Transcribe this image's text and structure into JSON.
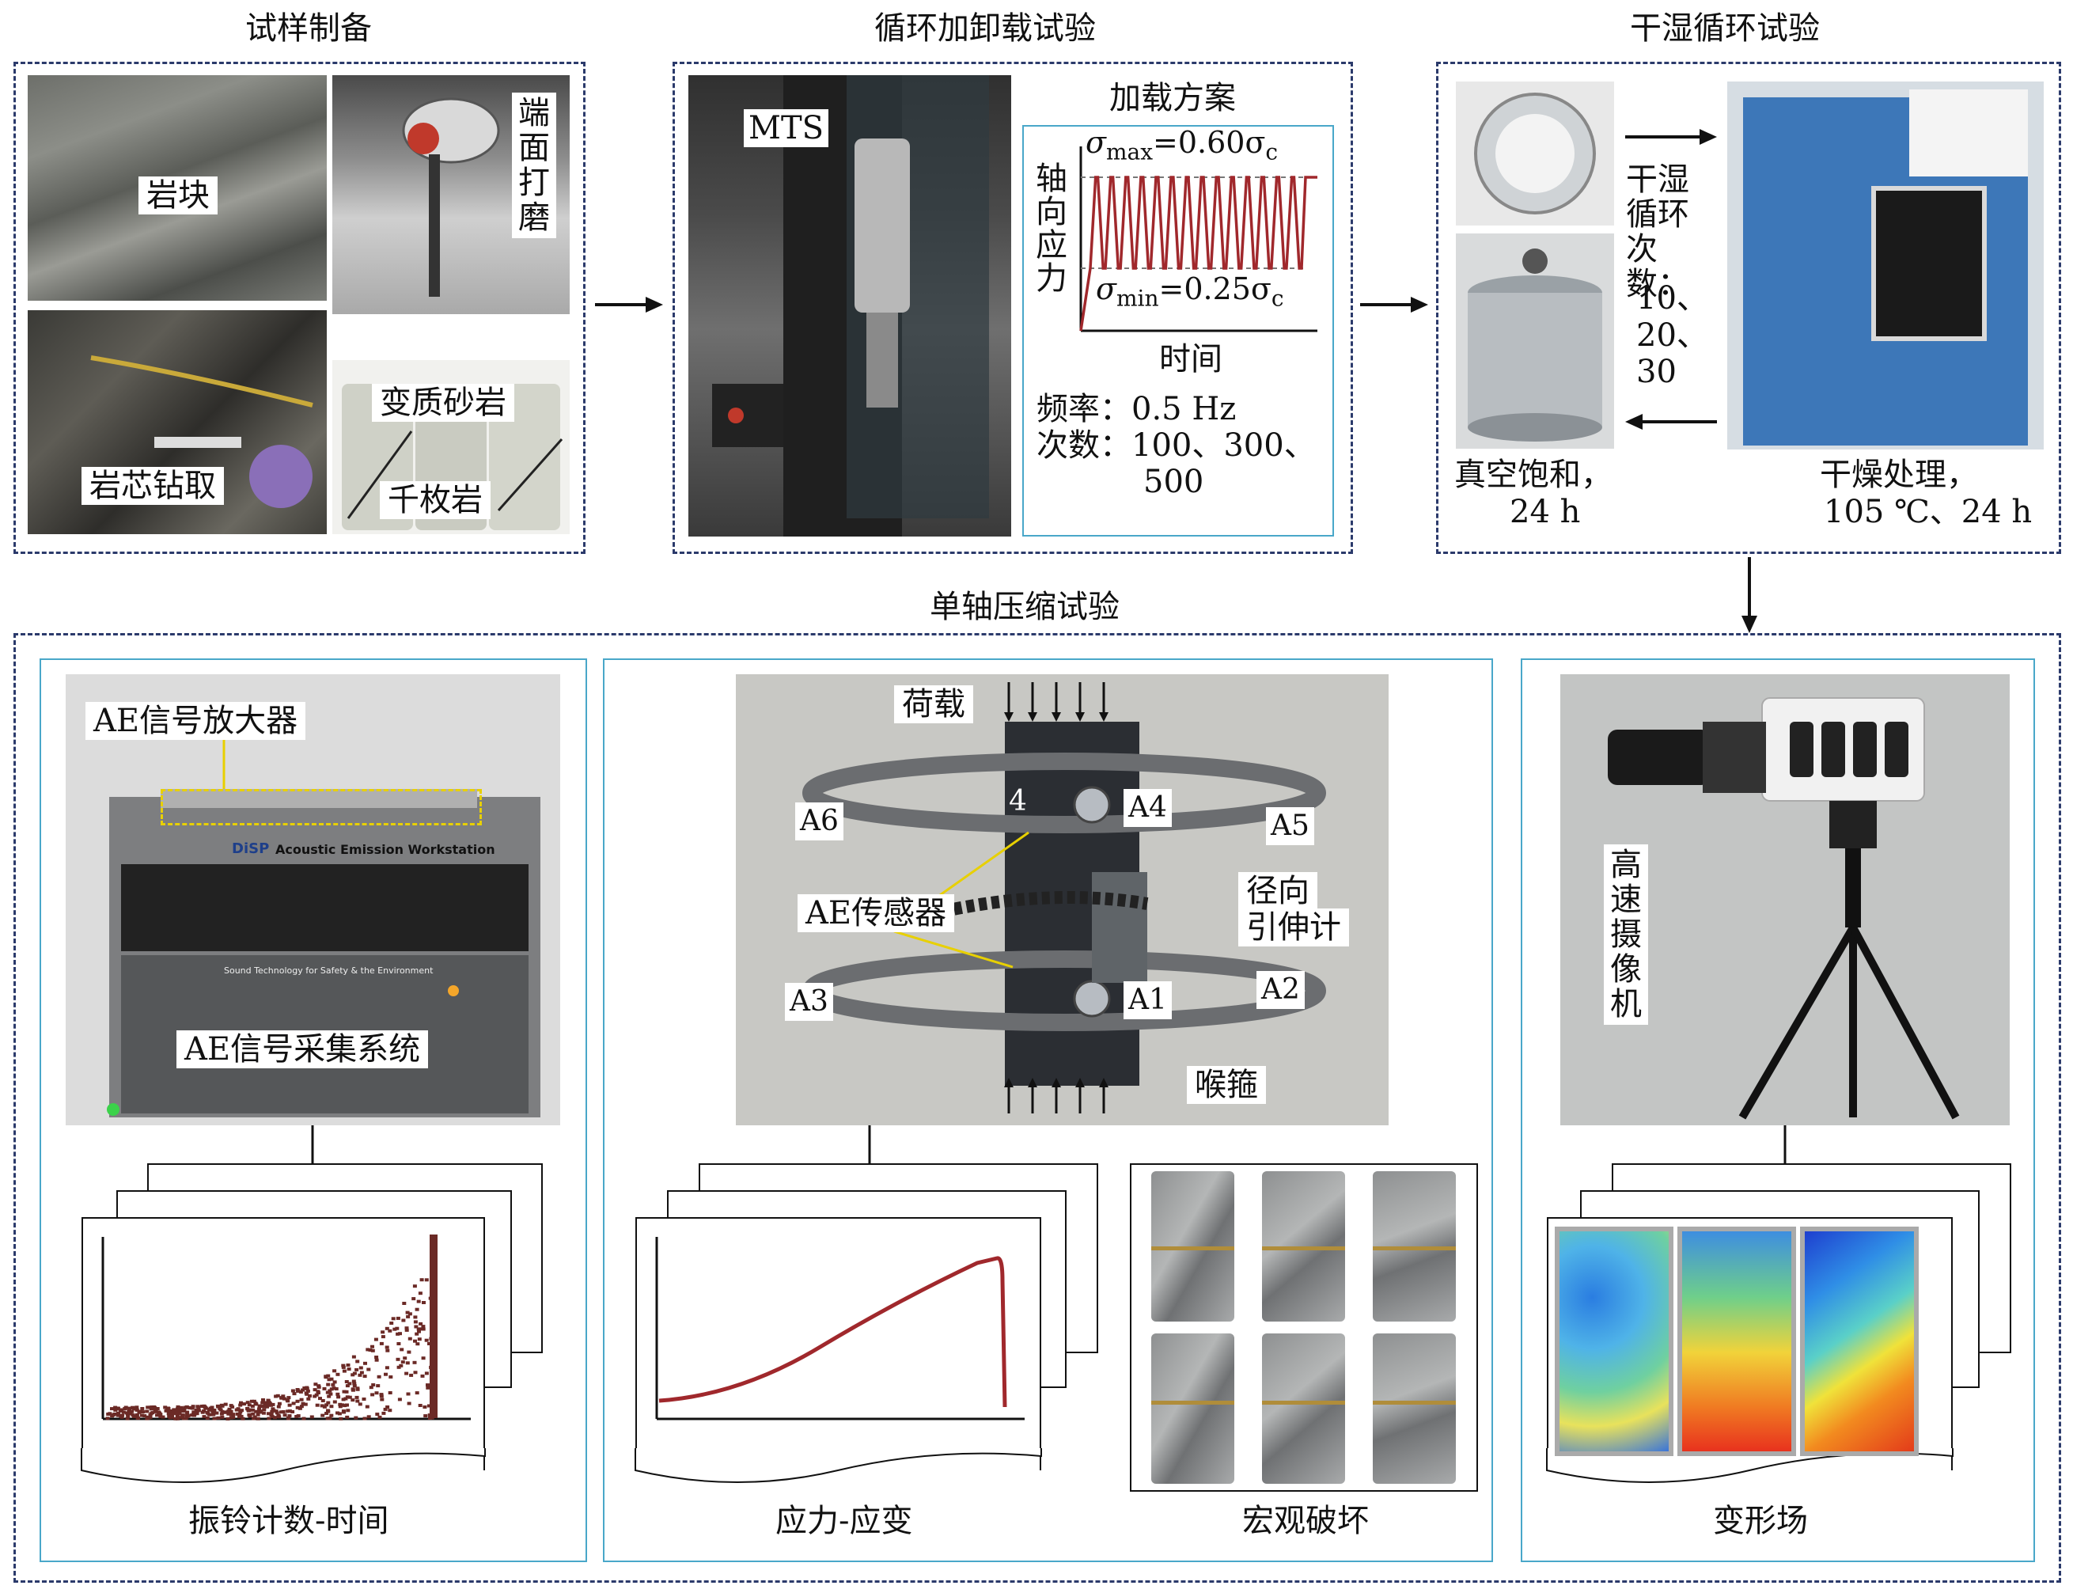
{
  "sections": {
    "sample_prep": {
      "title": "试样制备",
      "labels": {
        "rock_block": "岩块",
        "grinding": "端面打磨",
        "coring": "岩芯钻取",
        "metasandstone": "变质砂岩",
        "phyllite": "千枚岩"
      }
    },
    "cyclic_loading": {
      "title": "循环加卸载试验",
      "mts_label": "MTS",
      "scheme": {
        "title": "加载方案",
        "y_axis_label": "轴向应力",
        "x_axis_label": "时间",
        "sigma_max_sym": "σ",
        "sigma_max_sub": "max",
        "sigma_max_rhs": "=0.60σ",
        "sigma_max_rhs_sub": "c",
        "sigma_min_sym": "σ",
        "sigma_min_sub": "min",
        "sigma_min_rhs": "=0.25σ",
        "sigma_min_rhs_sub": "c",
        "frequency_line": "频率：0.5 Hz",
        "count_line1": "次数：100、300、",
        "count_line2": "500"
      }
    },
    "wet_dry": {
      "title": "干湿循环试验",
      "cycle_label": "干湿循环次数：",
      "cycle_values": [
        "10、",
        "20、",
        "30"
      ],
      "vacuum_line1": "真空饱和，",
      "vacuum_line2": "24 h",
      "dry_line1": "干燥处理，",
      "dry_line2": "105 ℃、24 h"
    },
    "uniaxial": {
      "title": "单轴压缩试验",
      "ae": {
        "amplifier_label": "AE信号放大器",
        "acq_label": "AE信号采集系统",
        "device_brand": "DiSP",
        "device_text": "Acoustic Emission Workstation",
        "device_slogan": "Sound Technology for Safety & the Environment",
        "caption": "振铃计数-时间"
      },
      "specimen": {
        "load_label": "荷载",
        "sensor_label": "AE传感器",
        "extensometer_line1": "径向",
        "extensometer_line2": "引伸计",
        "clamp_label": "喉箍",
        "sensors": [
          "A1",
          "A2",
          "A3",
          "A4",
          "A5",
          "A6"
        ],
        "specimen_mark": "4",
        "stress_caption": "应力-应变",
        "failure_caption": "宏观破坏"
      },
      "camera": {
        "label": "高速摄像机",
        "caption": "变形场"
      }
    }
  },
  "colors": {
    "dashed_border": "#2b3a6b",
    "panel_border": "#49a7c9",
    "curve": "#a0282c",
    "ae_points": "#6b2a26"
  },
  "chart_data": [
    {
      "type": "line",
      "title": "加载方案",
      "xlabel": "时间",
      "ylabel": "轴向应力",
      "series": [
        {
          "levels": {
            "sigma_max": 0.6,
            "sigma_min": 0.25
          }
        }
      ],
      "cycles_drawn": 14
    },
    {
      "type": "scatter",
      "title": "振铃计数-时间",
      "xlabel": "",
      "ylabel": ""
    },
    {
      "type": "line",
      "title": "应力-应变",
      "xlabel": "",
      "ylabel": ""
    }
  ]
}
